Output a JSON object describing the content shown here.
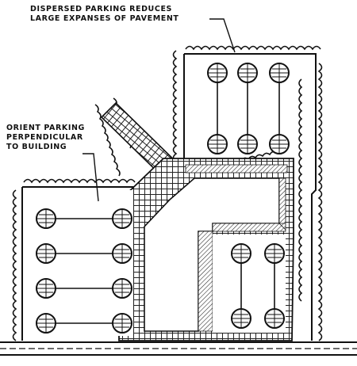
{
  "labels": {
    "dispersed": [
      "DISPERSED PARKING REDUCES",
      "LARGE EXPANSES OF PAVEMENT"
    ],
    "orient": [
      "ORIENT PARKING",
      "PERPENDICULAR",
      "TO BUILDING"
    ]
  }
}
